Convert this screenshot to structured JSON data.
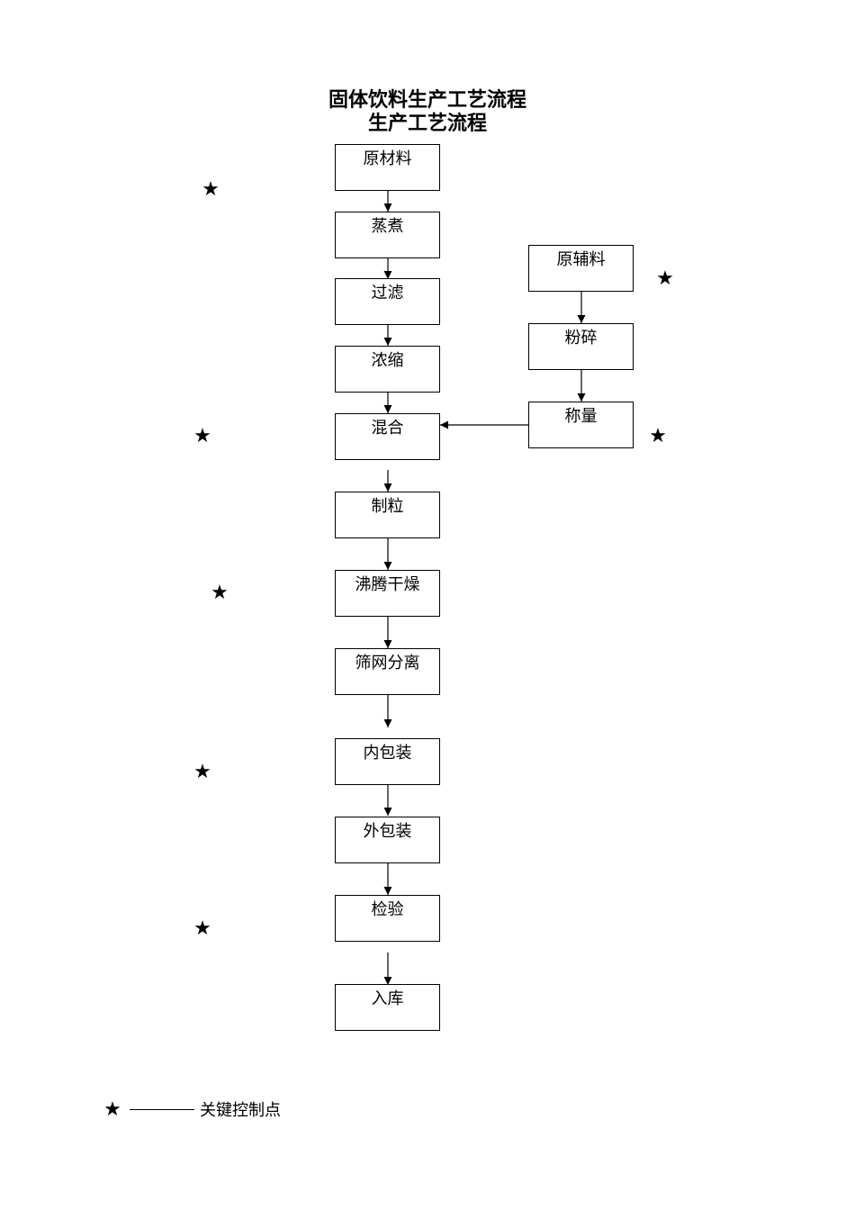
{
  "title": {
    "main": "固体饮料生产工艺流程",
    "sub": "生产工艺流程"
  },
  "main_flow": [
    {
      "id": "raw-material",
      "label": "原材料"
    },
    {
      "id": "steaming",
      "label": "蒸煮"
    },
    {
      "id": "filtering",
      "label": "过滤"
    },
    {
      "id": "concentrating",
      "label": "浓缩"
    },
    {
      "id": "mixing",
      "label": "混合"
    },
    {
      "id": "granulating",
      "label": "制粒"
    },
    {
      "id": "fluid-bed-drying",
      "label": "沸腾干燥"
    },
    {
      "id": "sieve-separation",
      "label": "筛网分离"
    },
    {
      "id": "inner-packaging",
      "label": "内包装"
    },
    {
      "id": "outer-packaging",
      "label": "外包装"
    },
    {
      "id": "inspection",
      "label": "检验"
    },
    {
      "id": "warehousing",
      "label": "入库"
    }
  ],
  "side_flow": [
    {
      "id": "auxiliary-material",
      "label": "原辅料"
    },
    {
      "id": "crushing",
      "label": "粉碎"
    },
    {
      "id": "weighing",
      "label": "称量"
    }
  ],
  "key_control_symbol": "★",
  "legend": {
    "symbol": "★",
    "label": "关键控制点"
  }
}
